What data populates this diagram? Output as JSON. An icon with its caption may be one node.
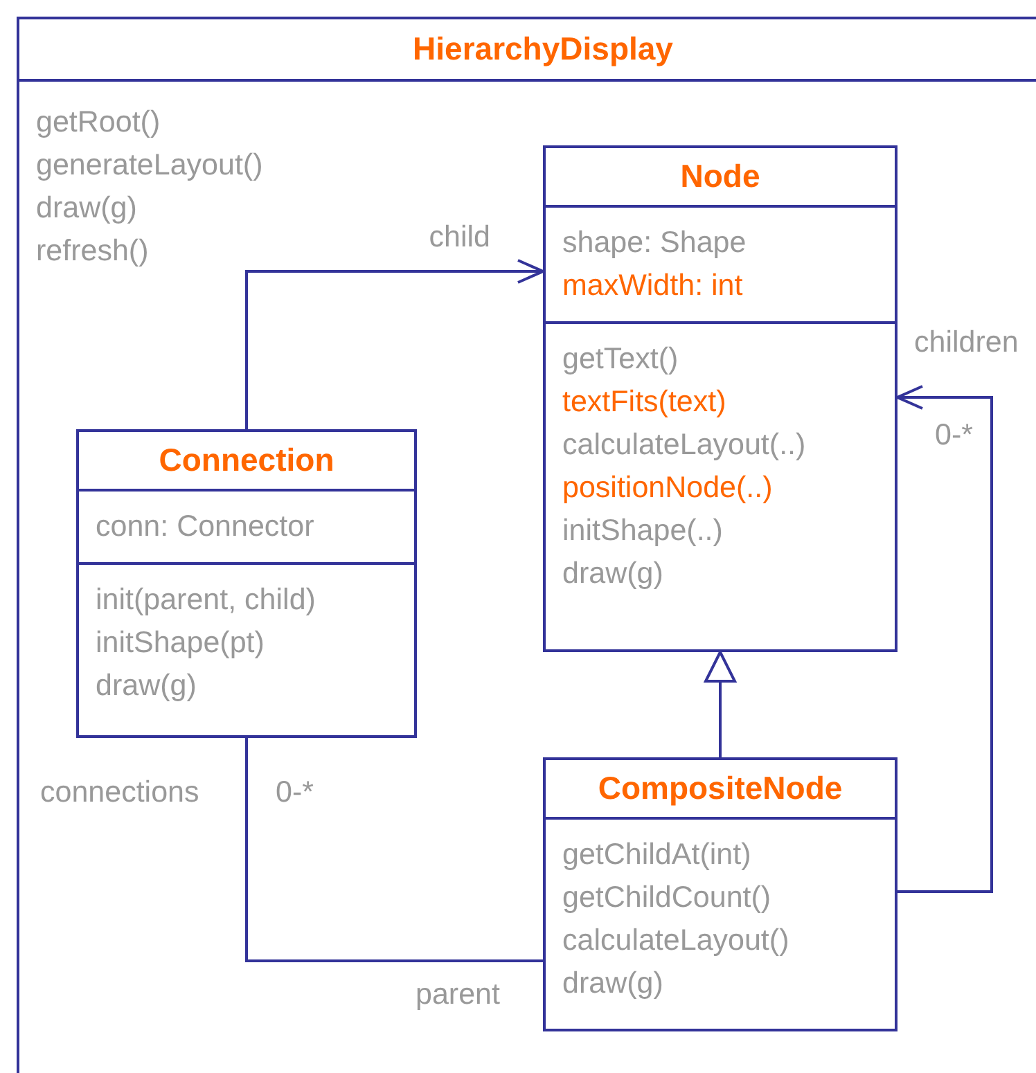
{
  "diagram": {
    "nodes": [
      {
        "text": [
          "HierarchyDisplay",
          "getRoot()",
          "generateLayout()",
          "draw(g)",
          "refresh()"
        ]
      },
      {
        "text": [
          "Node",
          "shape: Shape",
          "maxWidth: int",
          "getText()",
          "textFits(text)",
          "calculateLayout(..)",
          "positionNode(..)",
          "initShape(..)",
          "draw(g)"
        ],
        "in": 0
      },
      {
        "text": [
          "Connection",
          "conn: Connector",
          "init(parent, child)",
          "initShape(pt)",
          "draw(g)"
        ],
        "in": 0
      },
      {
        "text": [
          "CompositeNode",
          "getChildAt(int)",
          "getChildCount()",
          "calculateLayout()",
          "draw(g)"
        ],
        "in": 0
      }
    ],
    "edges": [
      {
        "from": 2,
        "to": 1,
        "arrow": "to",
        "label": "child"
      },
      {
        "from": 3,
        "to": 1,
        "arrow": "to"
      },
      {
        "from": 3,
        "to": 1,
        "arrow": "to",
        "label": "children"
      },
      {
        "from": 2,
        "to": 3,
        "arrow": "none",
        "label": "parent"
      }
    ],
    "labels": [
      "0-*",
      "connections",
      "0-*"
    ]
  }
}
